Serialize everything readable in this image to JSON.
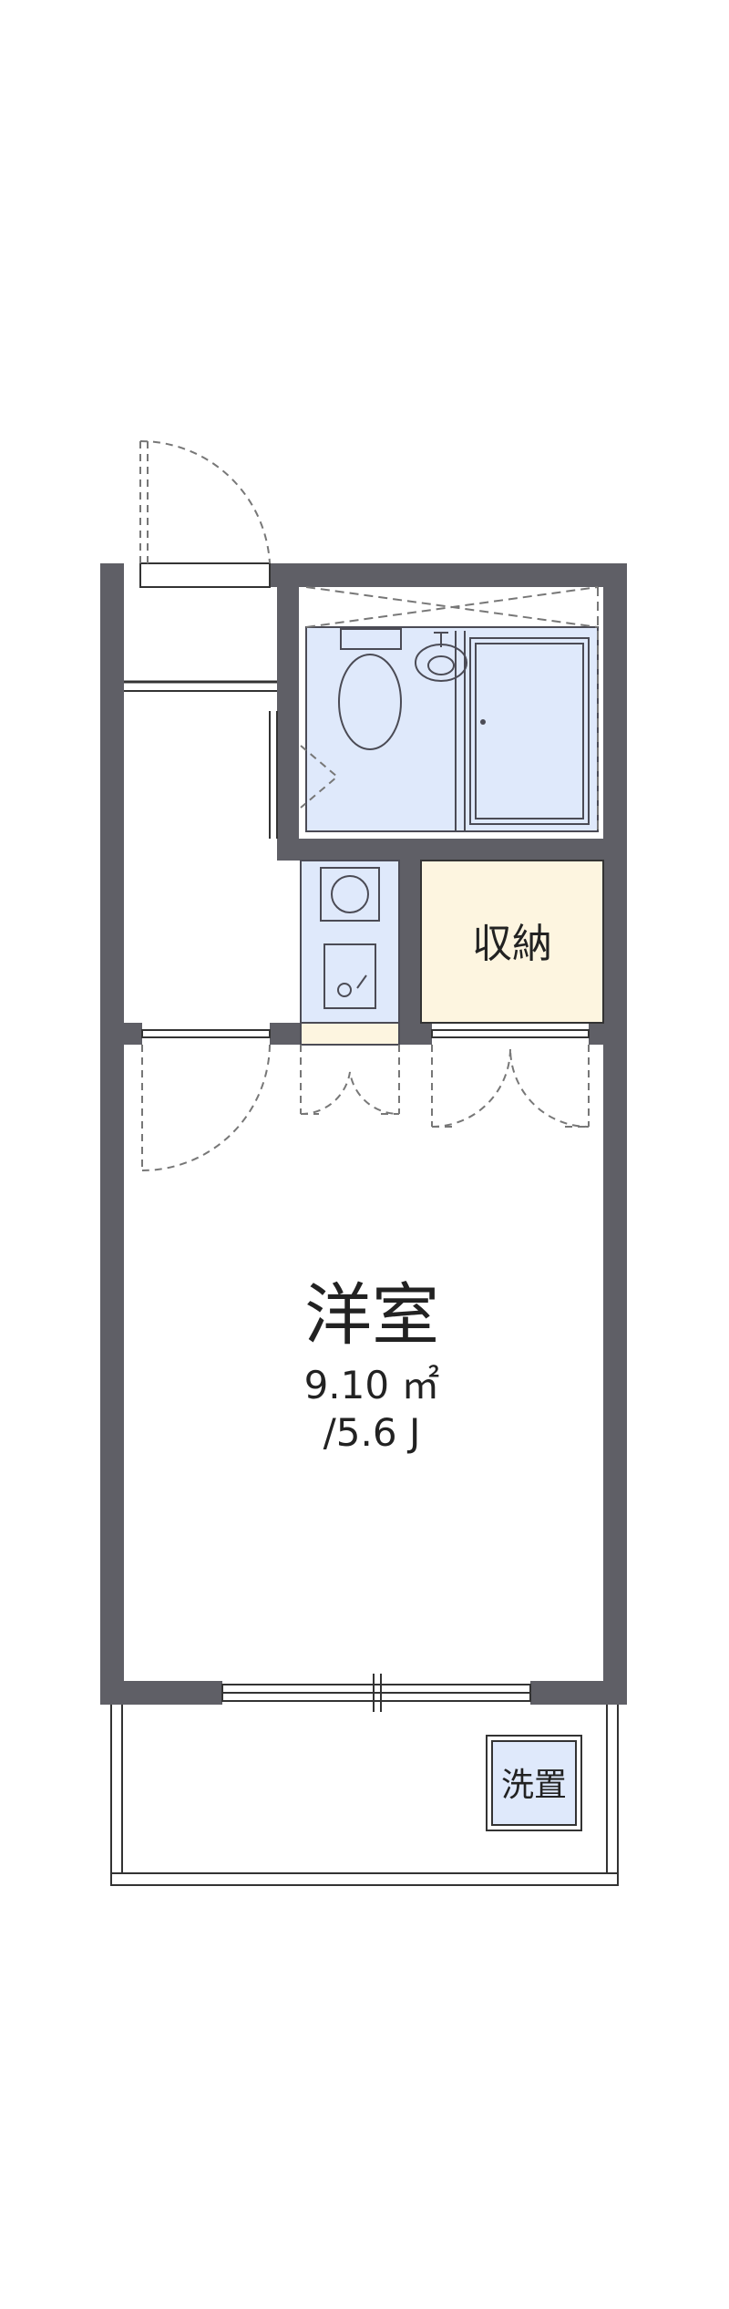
{
  "rooms": {
    "western": {
      "name": "洋室",
      "area": "9.10 ㎡",
      "tatami": "/5.6 J"
    },
    "storage": {
      "name": "収納"
    },
    "washer": {
      "name": "洗置"
    }
  },
  "colors": {
    "wall": "#5f5f66",
    "bath_fill": "#dfe9fb",
    "storage_fill": "#fdf5e0",
    "fixture_line": "#4b4b55",
    "door_dash": "#777777"
  }
}
